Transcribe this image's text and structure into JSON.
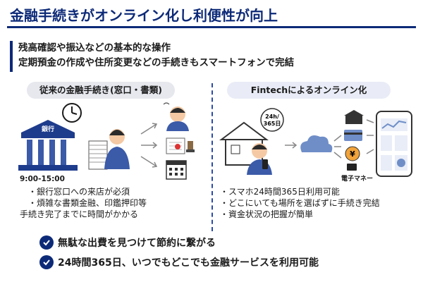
{
  "title": "金融手続きがオンライン化し利便性が向上",
  "lead": [
    "残高確認や振込などの基本的な操作",
    "定期預金の作成や住所変更などの手続きもスマートフォンで完結"
  ],
  "left_panel": {
    "heading": "従来の金融手続き(窓口・書類)",
    "bank_sign": "銀行",
    "hours": "9:00-15:00",
    "bullets": [
      "銀行窓口への来店が必須",
      "煩雑な書類金融、印鑑押印等"
    ],
    "bullet_continuation": "手続き完了までに時間がかかる"
  },
  "right_panel": {
    "heading": "Fintechによるオンライン化",
    "badge_line1": "24h/",
    "badge_line2": "365日",
    "currency_symbol": "¥",
    "emoney_label": "電子マネー",
    "bullets": [
      "スマホ24時間365日利用可能",
      "どこにいても場所を選ばずに手続き完結",
      "資金状況の把握が簡単"
    ]
  },
  "benefits": [
    "無駄な出費を見つけて節約に繋がる",
    "24時間365日、いつでもどこでも金融サービスを利用可能"
  ],
  "colors": {
    "primary": "#0d2a78",
    "accent": "#f2a33a",
    "skin": "#f4c9a4",
    "device": "#6f8ec8"
  }
}
